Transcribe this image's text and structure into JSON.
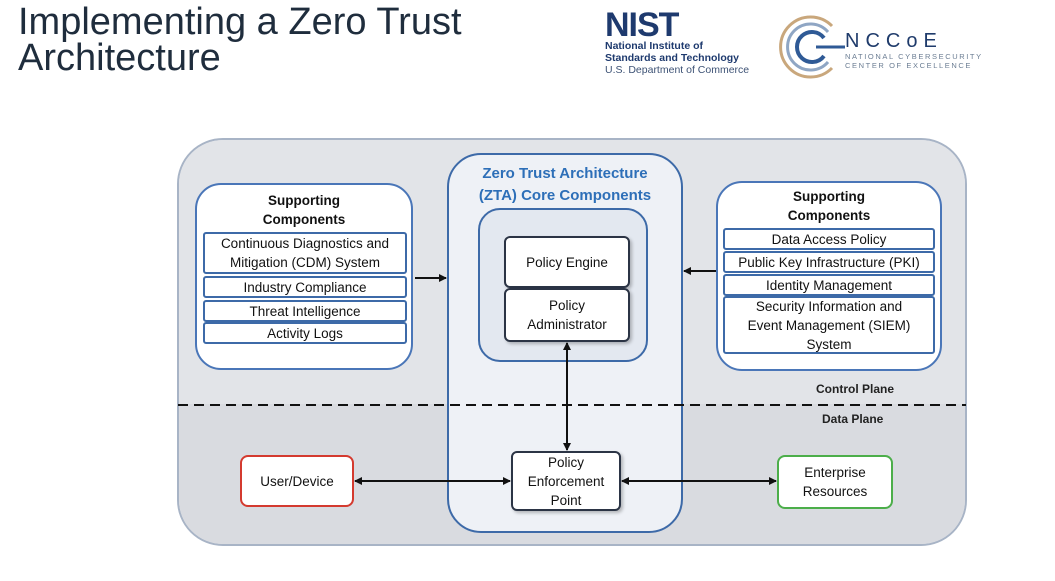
{
  "slide": {
    "title_line1": "Implementing a Zero Trust",
    "title_line2": "Architecture"
  },
  "logos": {
    "nist_mark": "NIST",
    "nist_line1": "National Institute of",
    "nist_line2": "Standards and Technology",
    "nist_line3": "U.S. Department of Commerce",
    "nccoe_word": "NCCoE",
    "nccoe_sub1": "NATIONAL CYBERSECURITY",
    "nccoe_sub2": "CENTER OF EXCELLENCE"
  },
  "diagram": {
    "zta_core_title_line1": "Zero Trust Architecture",
    "zta_core_title_line2": "(ZTA) Core Components",
    "policy_engine": "Policy Engine",
    "policy_admin_line1": "Policy",
    "policy_admin_line2": "Administrator",
    "pep_line1": "Policy",
    "pep_line2": "Enforcement",
    "pep_line3": "Point",
    "left_support": {
      "title_line1": "Supporting",
      "title_line2": "Components",
      "items": [
        {
          "line1": "Continuous Diagnostics and",
          "line2": "Mitigation (CDM) System"
        },
        {
          "line1": "Industry Compliance"
        },
        {
          "line1": "Threat Intelligence"
        },
        {
          "line1": "Activity Logs"
        }
      ]
    },
    "right_support": {
      "title_line1": "Supporting",
      "title_line2": "Components",
      "items": [
        {
          "line1": "Data Access Policy"
        },
        {
          "line1": "Public Key Infrastructure (PKI)"
        },
        {
          "line1": "Identity Management"
        },
        {
          "line1": "Security Information and",
          "line2": "Event Management (SIEM)",
          "line3": "System"
        }
      ]
    },
    "control_plane_label": "Control Plane",
    "data_plane_label": "Data Plane",
    "user_device": "User/Device",
    "enterprise_line1": "Enterprise",
    "enterprise_line2": "Resources"
  },
  "colors": {
    "title_text": "#1f2d3d",
    "zta_title_blue": "#2d6fb8",
    "box_border_blue": "#3d6aa8",
    "user_device_red": "#d43a2f",
    "enterprise_green": "#4cae4a",
    "nist_navy": "#1e3a6e"
  },
  "icons": {
    "nccoe_emblem": "concentric-c-emblem-icon"
  }
}
